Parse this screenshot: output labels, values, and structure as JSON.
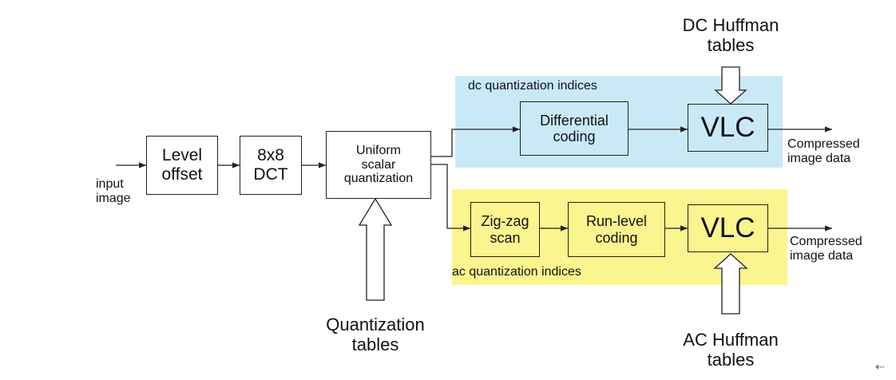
{
  "colors": {
    "dc_region": "#c9e9f7",
    "ac_region": "#fbf58f",
    "line": "#222222"
  },
  "blocks": {
    "level_offset": "Level\noffset",
    "dct": "8x8\nDCT",
    "quantizer": "Uniform\nscalar\nquantization",
    "differential": "Differential\ncoding",
    "vlc_dc": "VLC",
    "zigzag": "Zig-zag\nscan",
    "run_level": "Run-level\ncoding",
    "vlc_ac": "VLC"
  },
  "labels": {
    "input": "input\nimage",
    "dc_indices": "dc quantization indices",
    "ac_indices": "ac quantization indices",
    "dc_huffman": "DC Huffman\ntables",
    "ac_huffman": "AC Huffman\ntables",
    "quant_tables": "Quantization\ntables",
    "output_dc": "Compressed\nimage data",
    "output_ac": "Compressed\nimage data",
    "corner_mark": "⇠"
  }
}
